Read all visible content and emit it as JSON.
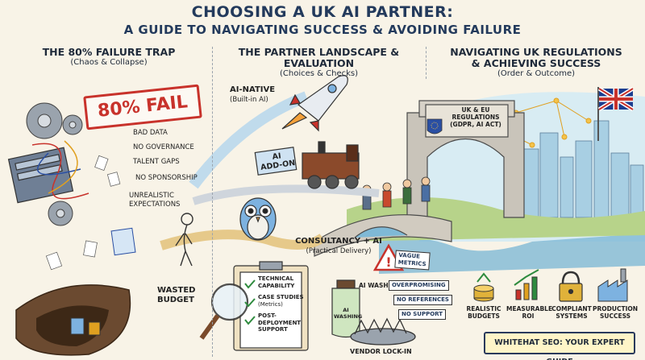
{
  "title": {
    "line1": "CHOOSING A UK AI PARTNER:",
    "line2": "A GUIDE TO NAVIGATING SUCCESS & AVOIDING FAILURE"
  },
  "sections": [
    {
      "heading": "THE 80% FAILURE TRAP",
      "subheading": "(Chaos & Collapse)"
    },
    {
      "heading": "THE PARTNER LANDSCAPE & EVALUATION",
      "subheading": "(Choices & Checks)"
    },
    {
      "heading_line1": "NAVIGATING UK REGULATIONS",
      "heading_line2": "& ACHIEVING SUCCESS",
      "subheading": "(Order & Outcome)"
    }
  ],
  "failure": {
    "stamp": "80% FAIL",
    "causes": [
      "BAD DATA",
      "NO GOVERNANCE",
      "TALENT GAPS",
      "NO SPONSORSHIP",
      "UNREALISTIC",
      "EXPECTATIONS"
    ],
    "pit_label_1": "WASTED",
    "pit_label_2": "BUDGET"
  },
  "landscape": {
    "ai_native": "AI-NATIVE",
    "ai_native_sub": "(Built-in AI)",
    "ai_addon_1": "AI",
    "ai_addon_2": "ADD-ON",
    "consultancy": "CONSULTANCY + AI",
    "consultancy_sub": "(Practical Delivery)",
    "checklist": [
      "TECHNICAL",
      "CAPABILITY",
      "CASE STUDIES",
      "(Metrics)",
      "POST-DEPLOYMENT",
      "SUPPORT"
    ],
    "jar_label_1": "AI",
    "jar_label_2": "WASHING",
    "ai_washing": "AI WASHING",
    "warnings": [
      "VAGUE",
      "METRICS",
      "OVERPROMISING",
      "NO REFERENCES",
      "NO SUPPORT"
    ],
    "trap_label": "VENDOR LOCK-IN"
  },
  "success": {
    "gate_1": "UK & EU",
    "gate_2": "REGULATIONS",
    "gate_3": "(GDPR, AI ACT)",
    "outcomes": [
      {
        "l1": "REALISTIC",
        "l2": "BUDGETS",
        "icon": "coins-icon"
      },
      {
        "l1": "MEASURABLE",
        "l2": "ROI",
        "icon": "growth-chart-icon"
      },
      {
        "l1": "COMPLIANT",
        "l2": "SYSTEMS",
        "icon": "padlock-icon"
      },
      {
        "l1": "PRODUCTION",
        "l2": "SUCCESS",
        "icon": "factory-icon"
      }
    ],
    "cta": "WHITEHAT SEO: YOUR EXPERT GUIDE"
  },
  "colors": {
    "navy": "#233a5c",
    "stamp_red": "#c8322b",
    "paper": "#f8f3e7",
    "sky_blue": "#bfe0ef"
  }
}
